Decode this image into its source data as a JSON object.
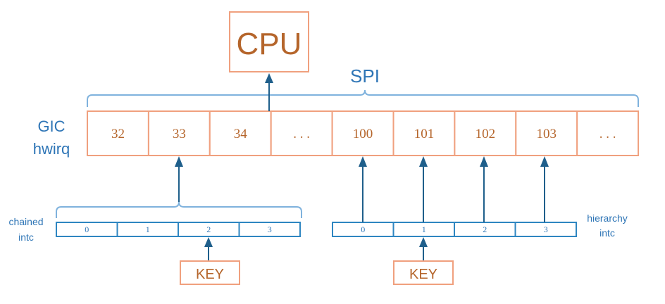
{
  "cpu": {
    "label": "CPU"
  },
  "spi": {
    "label": "SPI"
  },
  "gic": {
    "label_line1": "GIC",
    "label_line2": "hwirq"
  },
  "hwirq_cells": [
    "32",
    "33",
    "34",
    ". . .",
    "100",
    "101",
    "102",
    "103",
    ". . ."
  ],
  "chained": {
    "label_line1": "chained",
    "label_line2": "intc",
    "cells": [
      "0",
      "1",
      "2",
      "3"
    ]
  },
  "hierarchy": {
    "label_line1": "hierarchy",
    "label_line2": "intc",
    "cells": [
      "0",
      "1",
      "2",
      "3"
    ]
  },
  "key_left": {
    "label": "KEY"
  },
  "key_right": {
    "label": "KEY"
  },
  "colors": {
    "orange_stroke": "#f0a07e",
    "orange_text": "#b5652b",
    "blue_stroke": "#2e86c1",
    "blue_text": "#2e75b6",
    "arrow": "#1f5f8b"
  }
}
